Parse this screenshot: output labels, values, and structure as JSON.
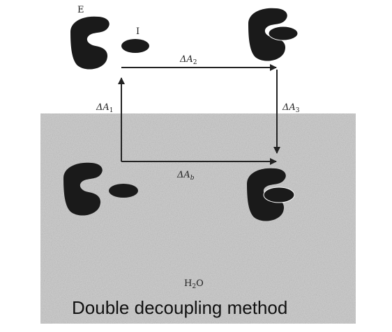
{
  "labels": {
    "enzyme": "E",
    "inhibitor": "I",
    "water": "H",
    "water_sub": "2",
    "water_end": "O",
    "caption": "Double decoupling method"
  },
  "arrows": {
    "a1": {
      "prefix": "ΔA",
      "sub": "1"
    },
    "a2": {
      "prefix": "ΔA",
      "sub": "2"
    },
    "a3": {
      "prefix": "ΔA",
      "sub": "3"
    },
    "ab": {
      "prefix": "ΔA",
      "sub": "b"
    }
  },
  "colors": {
    "solvent_fill": "#c9c9c9",
    "protein": "#1a1a1a",
    "arrow": "#222222"
  }
}
